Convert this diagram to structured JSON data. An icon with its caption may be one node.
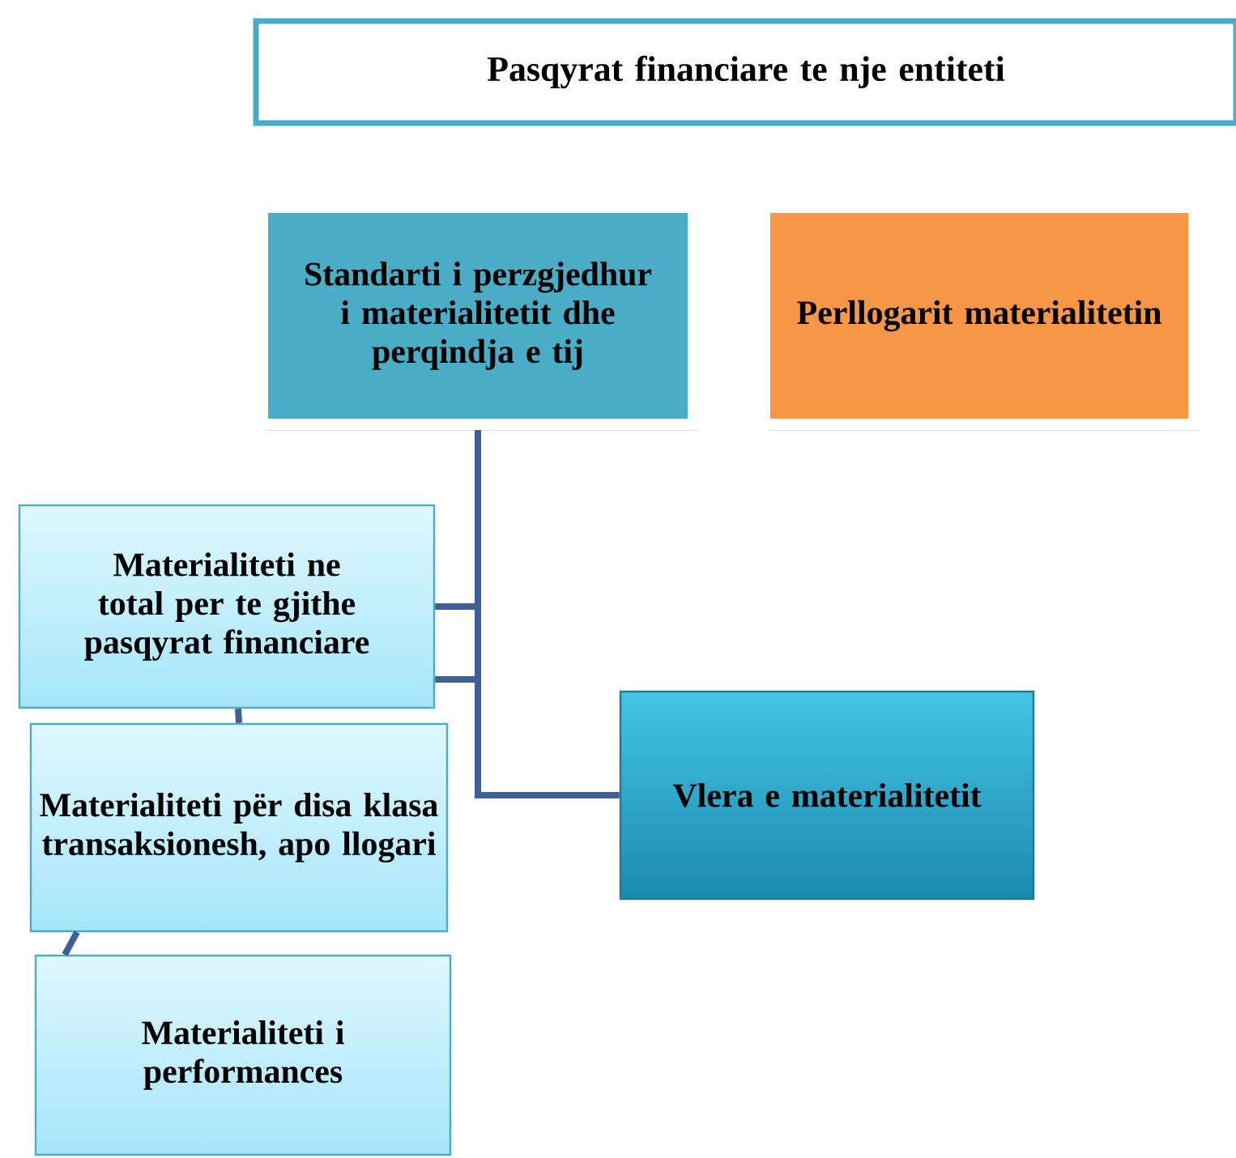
{
  "diagram": {
    "nodes": [
      {
        "text": [
          "Pasqyrat financiare te nje entiteti"
        ]
      },
      {
        "text": [
          "Standarti i perzgjedhur i materialitetit dhe perqindja e tij"
        ]
      },
      {
        "text": [
          "Perllogarit materialitetin"
        ]
      },
      {
        "text": [
          "Materialiteti ne total per te gjithe pasqyrat financiare"
        ]
      },
      {
        "text": [
          "Materialiteti për disa klasa transaksionesh, apo llogari"
        ]
      },
      {
        "text": [
          "Materialiteti i performances"
        ]
      },
      {
        "text": [
          "Vlera e materialitetit"
        ]
      }
    ],
    "edges": [
      {
        "from": 1,
        "to": 3,
        "arrow": "none"
      },
      {
        "from": 1,
        "to": 3,
        "arrow": "none"
      },
      {
        "from": 1,
        "to": 6,
        "arrow": "none"
      },
      {
        "from": 3,
        "to": 4,
        "arrow": "none"
      },
      {
        "from": 4,
        "to": 5,
        "arrow": "none"
      }
    ]
  }
}
